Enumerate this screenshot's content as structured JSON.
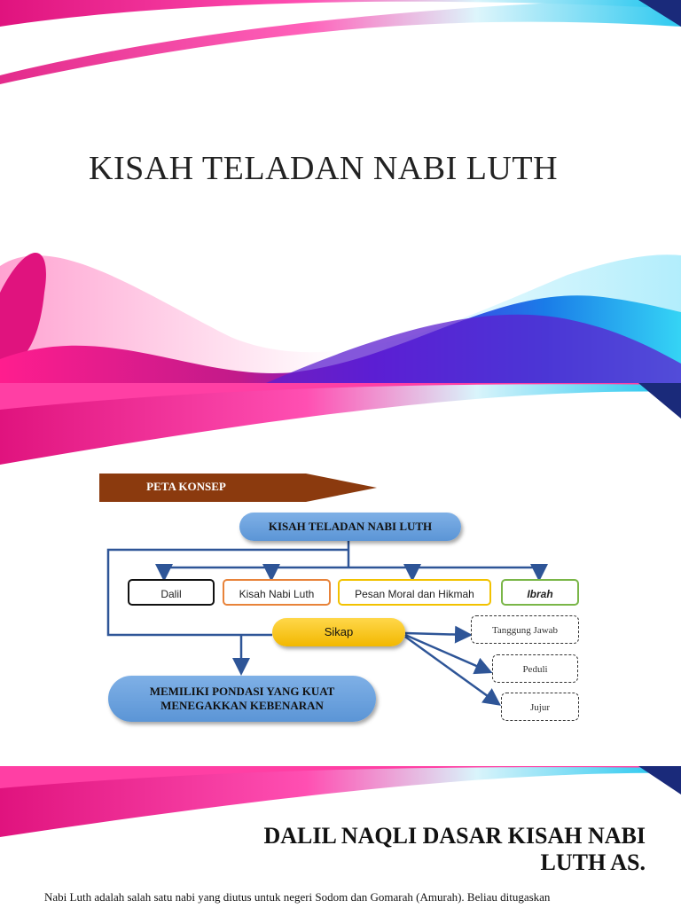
{
  "slide1": {
    "title": "KISAH TELADAN NABI LUTH"
  },
  "slide2": {
    "peta_label": "PETA KONSEP",
    "root": "KISAH TELADAN NABI LUTH",
    "branches": [
      "Dalil",
      "Kisah Nabi Luth",
      "Pesan Moral dan Hikmah",
      "Ibrah"
    ],
    "sikap": "Sikap",
    "sikap_children": [
      "Tanggung Jawab",
      "Peduli",
      "Jujur"
    ],
    "goal_line1": "MEMILIKI PONDASI YANG KUAT",
    "goal_line2": "MENEGAKKAN KEBENARAN"
  },
  "slide3": {
    "title_line1": "DALIL NAQLI DASAR KISAH NABI",
    "title_line2": "LUTH AS.",
    "body": "Nabi Luth adalah salah satu nabi yang diutus untuk negeri Sodom dan Gomarah (Amurah). Beliau ditugaskan"
  },
  "colors": {
    "magenta": "#e0137e",
    "purple": "#6a1fd6",
    "cyan": "#2bc8ee",
    "arrow_brown": "#8b3a0e",
    "connector_blue": "#2e5597"
  }
}
